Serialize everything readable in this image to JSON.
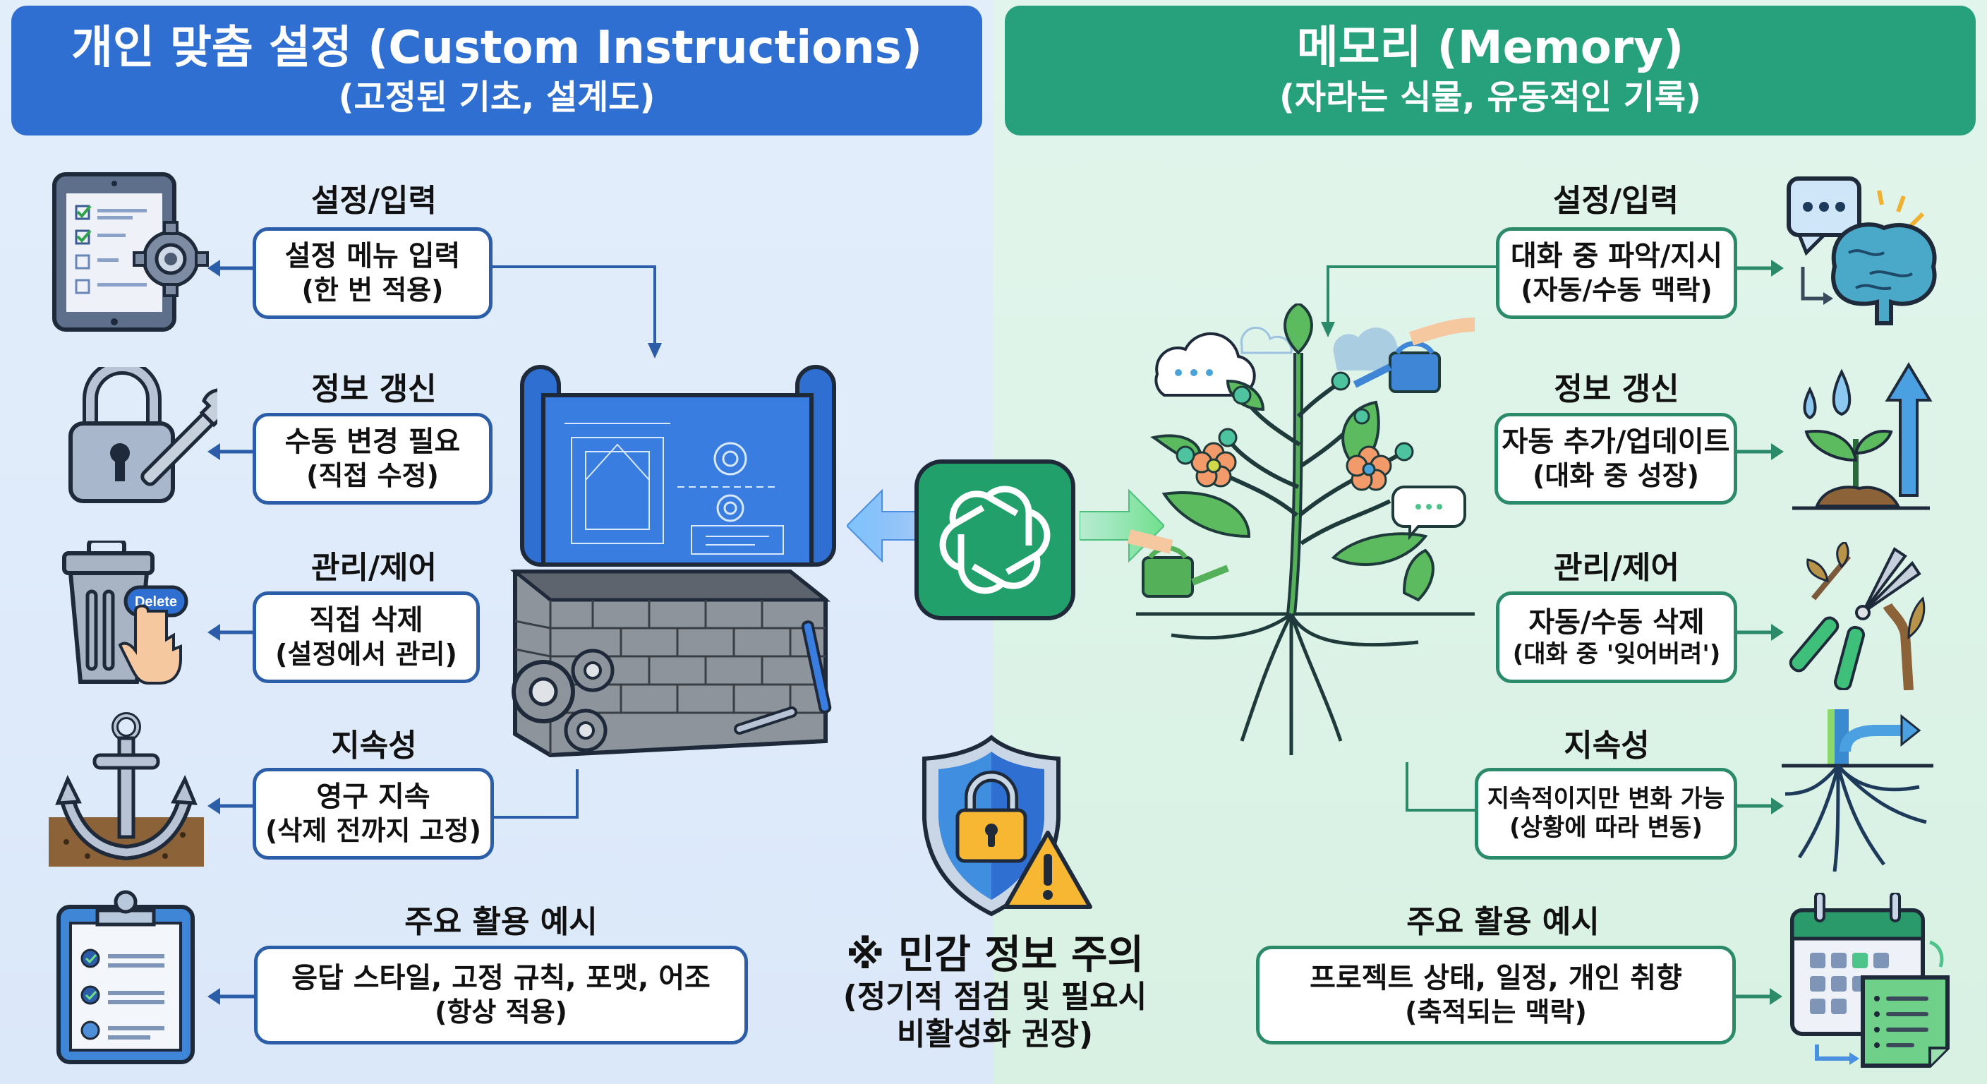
{
  "left_panel": {
    "title": "개인 맞춤 설정 (Custom Instructions)",
    "subtitle": "(고정된 기초, 설계도)",
    "accent_color": "#2f6fd1",
    "rows": [
      {
        "title": "설정/입력",
        "line1": "설정 메뉴 입력",
        "line2": "(한 번 적용)",
        "icon": "tablet-checklist-gear-icon"
      },
      {
        "title": "정보 갱신",
        "line1": "수동 변경 필요",
        "line2": "(직접 수정)",
        "icon": "padlock-wrench-icon"
      },
      {
        "title": "관리/제어",
        "line1": "직접 삭제",
        "line2": "(설정에서 관리)",
        "icon": "trash-delete-icon",
        "icon_label": "Delete"
      },
      {
        "title": "지속성",
        "line1": "영구 지속",
        "line2": "(삭제 전까지 고정)",
        "icon": "anchor-icon"
      },
      {
        "title": "주요 활용 예시",
        "line1": "응답 스타일, 고정 규칙, 포맷, 어조",
        "line2": "(항상 적용)",
        "icon": "clipboard-checklist-icon"
      }
    ],
    "illustration": "blueprint-on-brick-foundation"
  },
  "right_panel": {
    "title": "메모리 (Memory)",
    "subtitle": "(자라는 식물, 유동적인 기록)",
    "accent_color": "#27a07c",
    "rows": [
      {
        "title": "설정/입력",
        "line1": "대화 중 파악/지시",
        "line2": "(자동/수동 맥락)",
        "icon": "chat-brain-icon"
      },
      {
        "title": "정보 갱신",
        "line1": "자동 추가/업데이트",
        "line2": "(대화 중 성장)",
        "icon": "sprout-water-growth-icon"
      },
      {
        "title": "관리/제어",
        "line1": "자동/수동 삭제",
        "line2": "(대화 중 '잊어버려')",
        "icon": "pruning-shears-icon"
      },
      {
        "title": "지속성",
        "line1": "지속적이지만 변화 가능",
        "line2": "(상황에 따라 변동)",
        "icon": "roots-branch-arrow-icon"
      },
      {
        "title": "주요 활용 예시",
        "line1": "프로젝트 상태, 일정, 개인 취향",
        "line2": "(축적되는 맥락)",
        "icon": "calendar-notes-icon"
      }
    ],
    "illustration": "growing-tree-with-watering-cans"
  },
  "center": {
    "logo": "chatgpt-logo-icon",
    "warning_icon": "shield-lock-warning-icon",
    "warning_title": "※ 민감 정보 주의",
    "warning_line1": "(정기적 점검 및 필요시",
    "warning_line2": "비활성화 권장)"
  }
}
